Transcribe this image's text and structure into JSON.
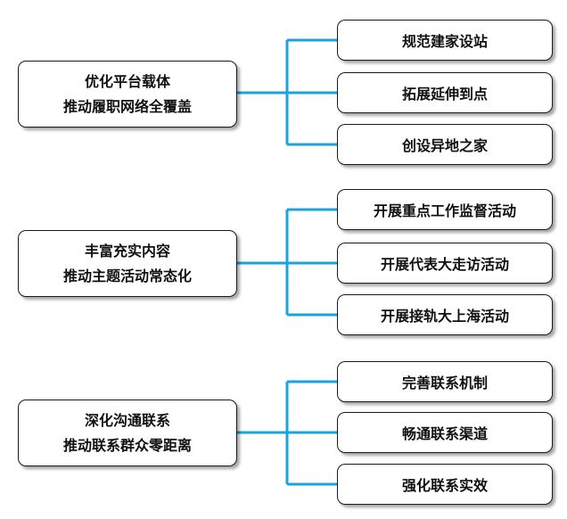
{
  "groups": [
    {
      "main": [
        "优化平台载体",
        "推动履职网络全覆盖"
      ],
      "subs": [
        "规范建家设站",
        "拓展延伸到点",
        "创设异地之家"
      ]
    },
    {
      "main": [
        "丰富充实内容",
        "推动主题活动常态化"
      ],
      "subs": [
        "开展重点工作监督活动",
        "开展代表大走访活动",
        "开展接轨大上海活动"
      ]
    },
    {
      "main": [
        "深化沟通联系",
        "推动联系群众零距离"
      ],
      "subs": [
        "完善联系机制",
        "畅通联系渠道",
        "强化联系实效"
      ]
    }
  ],
  "colors": {
    "connector": "#1ba3e0",
    "border": "#1a1a1a"
  }
}
